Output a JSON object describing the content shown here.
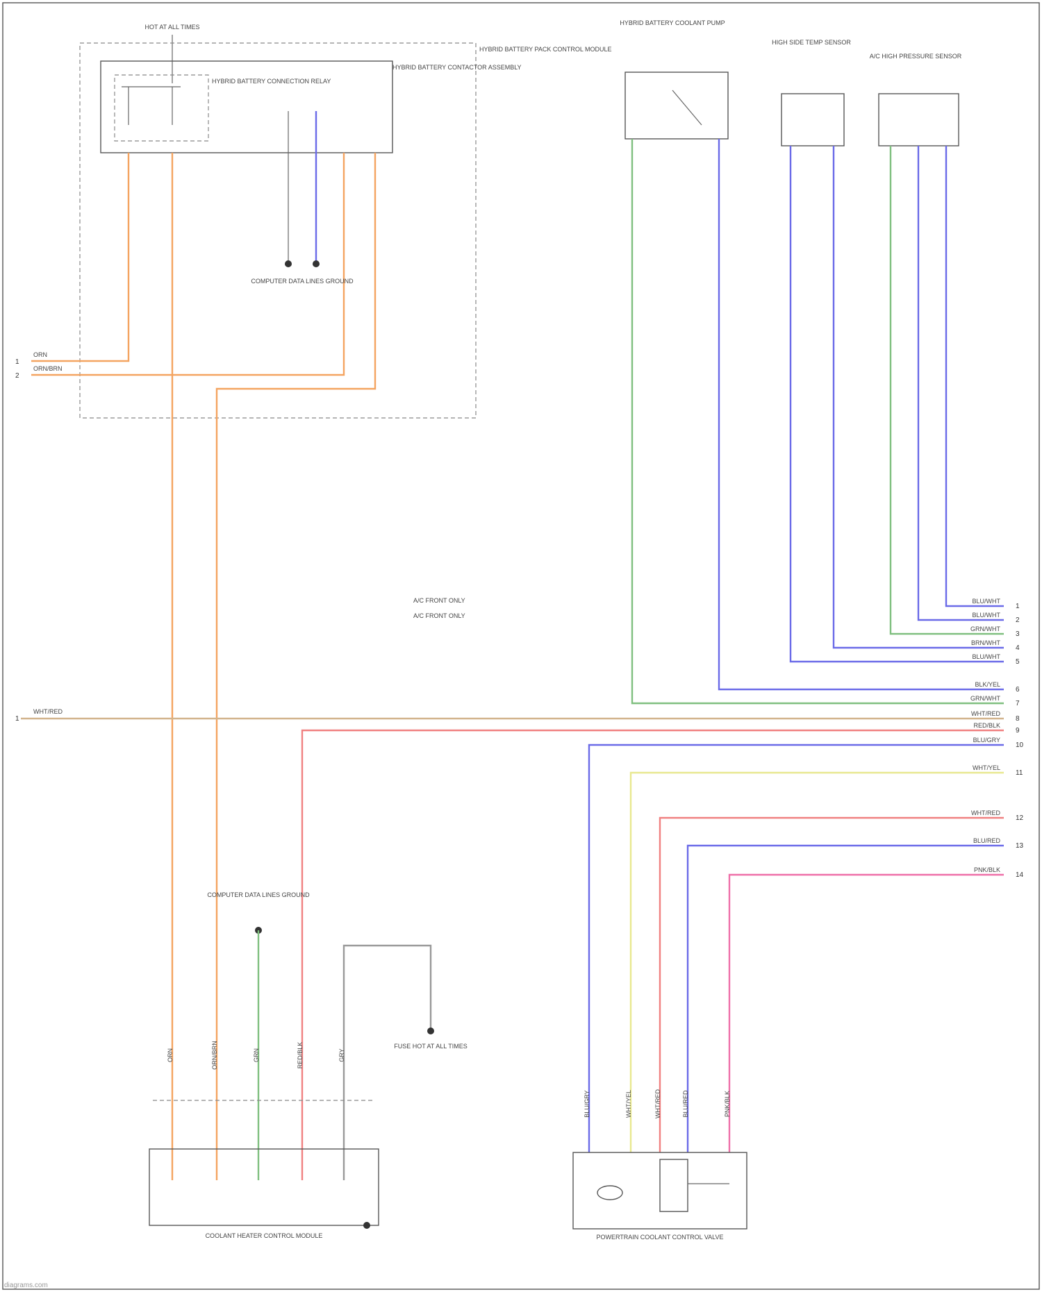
{
  "colors": {
    "orange": "#f4a460",
    "blue": "#6a6ae8",
    "green": "#7fbf7f",
    "red": "#f08080",
    "yellow": "#e8e890",
    "pink": "#ee6fa8",
    "gray": "#999999",
    "tan": "#d2b48c"
  },
  "top_left": {
    "hot_label": "HOT AT ALL TIMES",
    "relay_label": "HYBRID BATTERY CONNECTION RELAY",
    "box_label": "HYBRID BATTERY CONTACTOR ASSEMBLY",
    "pack_label": "HYBRID BATTERY PACK CONTROL MODULE",
    "ground_label": "COMPUTER DATA LINES GROUND",
    "wires_left": [
      "ORN",
      "ORN/BRN"
    ],
    "pins_left": [
      "1",
      "2"
    ]
  },
  "top_right": {
    "sensor_1": "HYBRID BATTERY COOLANT PUMP",
    "sensor_2": "HIGH SIDE TEMP SENSOR",
    "sensor_3": "A/C HIGH PRESSURE SENSOR"
  },
  "mid": {
    "legend_1": "A/C FRONT ONLY",
    "legend_2": "A/C FRONT ONLY",
    "left_wire": "WHT/RED",
    "left_pin": "1"
  },
  "right_wires": [
    "BLU/WHT",
    "BLU/WHT",
    "GRN/WHT",
    "BRN/WHT",
    "BLU/WHT",
    "BLK/YEL",
    "GRN/WHT",
    "WHT/RED",
    "RED/BLK",
    "BLU/GRY",
    "WHT/YEL",
    "WHT/RED",
    "BLU/RED",
    "PNK/BLK"
  ],
  "right_pins": [
    "1",
    "2",
    "3",
    "4",
    "5",
    "6",
    "7",
    "8",
    "9",
    "10",
    "11",
    "12",
    "13",
    "14"
  ],
  "bottom_left": {
    "ground_label": "COMPUTER DATA LINES GROUND",
    "fuse_label": "FUSE HOT AT ALL TIMES",
    "module_label": "COOLANT HEATER CONTROL MODULE",
    "wire_labels": [
      "ORN",
      "ORN/BRN",
      "GRN",
      "RED/BLK",
      "GRY"
    ]
  },
  "bottom_right": {
    "module_label": "POWERTRAIN COOLANT CONTROL VALVE",
    "wire_labels": [
      "BLU/GRY",
      "WHT/YEL",
      "WHT/RED",
      "BLU/RED",
      "PNK/BLK"
    ]
  },
  "watermark": "diagrams.com"
}
